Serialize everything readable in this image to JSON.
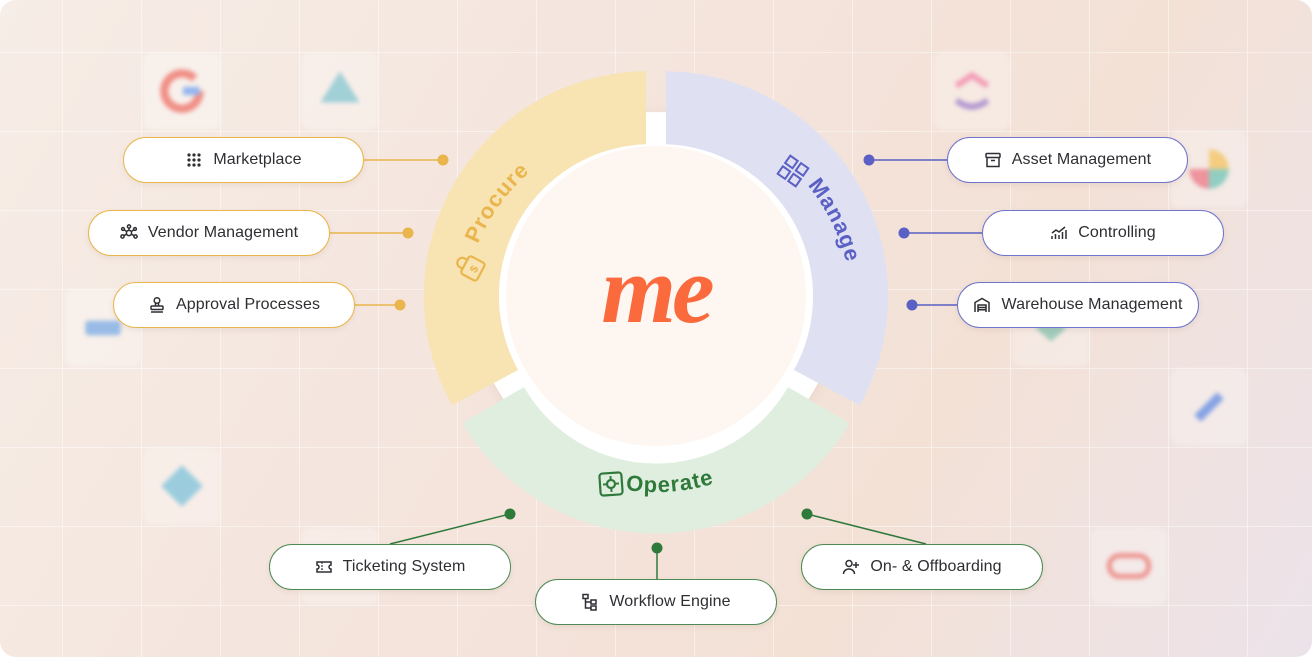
{
  "brand": {
    "logo_text": "me",
    "logo_color": "#fa6a3c"
  },
  "segments": {
    "procure": {
      "label": "Procure",
      "color": "#f8e3b3",
      "accent": "#eab54c"
    },
    "manage": {
      "label": "Manage",
      "color": "#dfe1f3",
      "accent": "#5a60c4"
    },
    "operate": {
      "label": "Operate",
      "color": "#e0eedf",
      "accent": "#2f7a3b"
    }
  },
  "procure_items": [
    {
      "label": "Marketplace",
      "icon": "grid-dots-icon"
    },
    {
      "label": "Vendor Management",
      "icon": "network-icon"
    },
    {
      "label": "Approval Processes",
      "icon": "stamp-icon"
    }
  ],
  "manage_items": [
    {
      "label": "Asset Management",
      "icon": "archive-box-icon"
    },
    {
      "label": "Controlling",
      "icon": "chart-icon"
    },
    {
      "label": "Warehouse Management",
      "icon": "warehouse-icon"
    }
  ],
  "operate_items": [
    {
      "label": "Ticketing System",
      "icon": "ticket-icon"
    },
    {
      "label": "Workflow Engine",
      "icon": "workflow-icon"
    },
    {
      "label": "On- & Offboarding",
      "icon": "user-plus-icon"
    }
  ]
}
